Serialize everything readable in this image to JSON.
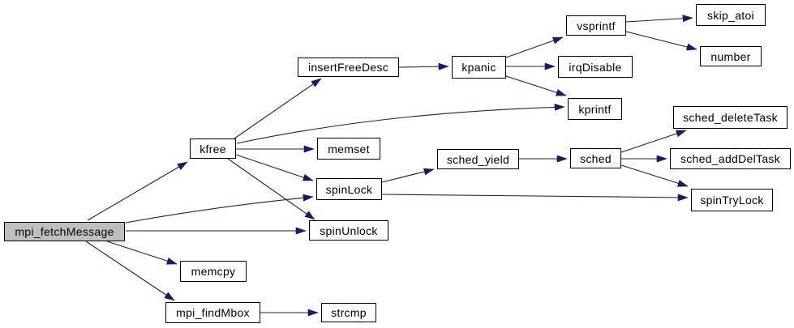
{
  "diagram": {
    "kind": "call-graph",
    "root_function": "mpi_fetchMessage"
  },
  "colors": {
    "edge": "#191970",
    "node_border": "#000000",
    "node_fill": "#ffffff",
    "root_node_fill": "#bfbfbf",
    "text": "#000000",
    "background": "#ffffff"
  },
  "nodes": [
    {
      "id": "mpi_fetchMessage",
      "label": "mpi_fetchMessage",
      "is_root": true
    },
    {
      "id": "kfree",
      "label": "kfree",
      "is_root": false
    },
    {
      "id": "insertFreeDesc",
      "label": "insertFreeDesc",
      "is_root": false
    },
    {
      "id": "kpanic",
      "label": "kpanic",
      "is_root": false
    },
    {
      "id": "vsprintf",
      "label": "vsprintf",
      "is_root": false
    },
    {
      "id": "skip_atoi",
      "label": "skip_atoi",
      "is_root": false
    },
    {
      "id": "number",
      "label": "number",
      "is_root": false
    },
    {
      "id": "irqDisable",
      "label": "irqDisable",
      "is_root": false
    },
    {
      "id": "kprintf",
      "label": "kprintf",
      "is_root": false
    },
    {
      "id": "memset",
      "label": "memset",
      "is_root": false
    },
    {
      "id": "spinLock",
      "label": "spinLock",
      "is_root": false
    },
    {
      "id": "spinUnlock",
      "label": "spinUnlock",
      "is_root": false
    },
    {
      "id": "memcpy",
      "label": "memcpy",
      "is_root": false
    },
    {
      "id": "mpi_findMbox",
      "label": "mpi_findMbox",
      "is_root": false
    },
    {
      "id": "strcmp",
      "label": "strcmp",
      "is_root": false
    },
    {
      "id": "sched_yield",
      "label": "sched_yield",
      "is_root": false
    },
    {
      "id": "sched",
      "label": "sched",
      "is_root": false
    },
    {
      "id": "sched_deleteTask",
      "label": "sched_deleteTask",
      "is_root": false
    },
    {
      "id": "sched_addDelTask",
      "label": "sched_addDelTask",
      "is_root": false
    },
    {
      "id": "spinTryLock",
      "label": "spinTryLock",
      "is_root": false
    }
  ],
  "edges": [
    {
      "from": "mpi_fetchMessage",
      "to": "kfree"
    },
    {
      "from": "mpi_fetchMessage",
      "to": "spinLock"
    },
    {
      "from": "mpi_fetchMessage",
      "to": "spinUnlock"
    },
    {
      "from": "mpi_fetchMessage",
      "to": "memcpy"
    },
    {
      "from": "mpi_fetchMessage",
      "to": "mpi_findMbox"
    },
    {
      "from": "kfree",
      "to": "insertFreeDesc"
    },
    {
      "from": "kfree",
      "to": "kprintf"
    },
    {
      "from": "kfree",
      "to": "memset"
    },
    {
      "from": "kfree",
      "to": "spinLock"
    },
    {
      "from": "kfree",
      "to": "spinUnlock"
    },
    {
      "from": "insertFreeDesc",
      "to": "kpanic"
    },
    {
      "from": "kpanic",
      "to": "vsprintf"
    },
    {
      "from": "kpanic",
      "to": "irqDisable"
    },
    {
      "from": "kpanic",
      "to": "kprintf"
    },
    {
      "from": "vsprintf",
      "to": "skip_atoi"
    },
    {
      "from": "vsprintf",
      "to": "number"
    },
    {
      "from": "spinLock",
      "to": "sched_yield"
    },
    {
      "from": "spinLock",
      "to": "spinTryLock"
    },
    {
      "from": "sched_yield",
      "to": "sched"
    },
    {
      "from": "sched",
      "to": "sched_deleteTask"
    },
    {
      "from": "sched",
      "to": "sched_addDelTask"
    },
    {
      "from": "sched",
      "to": "spinTryLock"
    },
    {
      "from": "mpi_findMbox",
      "to": "strcmp"
    }
  ]
}
